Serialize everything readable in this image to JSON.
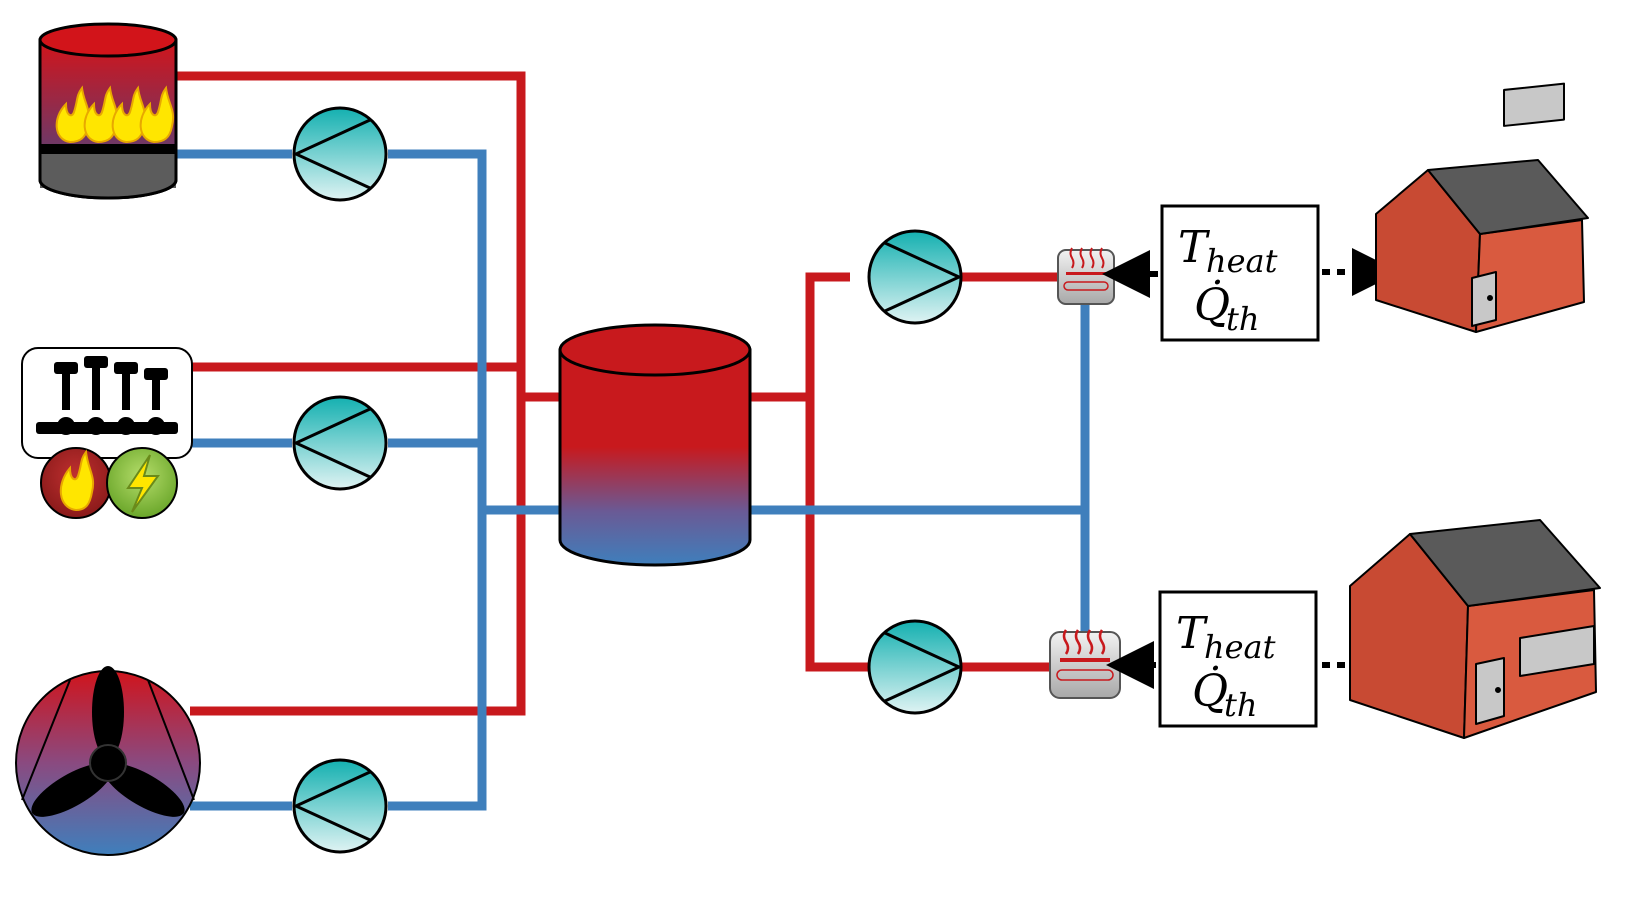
{
  "labels": [
    {
      "symbol": "T",
      "subscript": "heat"
    },
    {
      "symbol": "Q̇",
      "subscript": "th"
    }
  ],
  "colors": {
    "supply_pipe": "#c8191d",
    "return_pipe": "#3f7fbc",
    "pump": "#1bb3b3",
    "house_wall": "#d95a3f",
    "house_roof": "#5a5a5a",
    "flame": "#ffe600",
    "electric": "#8cc63f"
  },
  "components": {
    "generators": [
      "boiler-icon",
      "chp-engine-icon",
      "heat-pump-icon"
    ],
    "pumps": 5,
    "storage": "thermal-storage-tank-icon",
    "heat_exchangers": [
      "floor-heating-icon",
      "floor-heating-icon"
    ],
    "consumers": [
      "house-icon",
      "house-icon"
    ]
  }
}
